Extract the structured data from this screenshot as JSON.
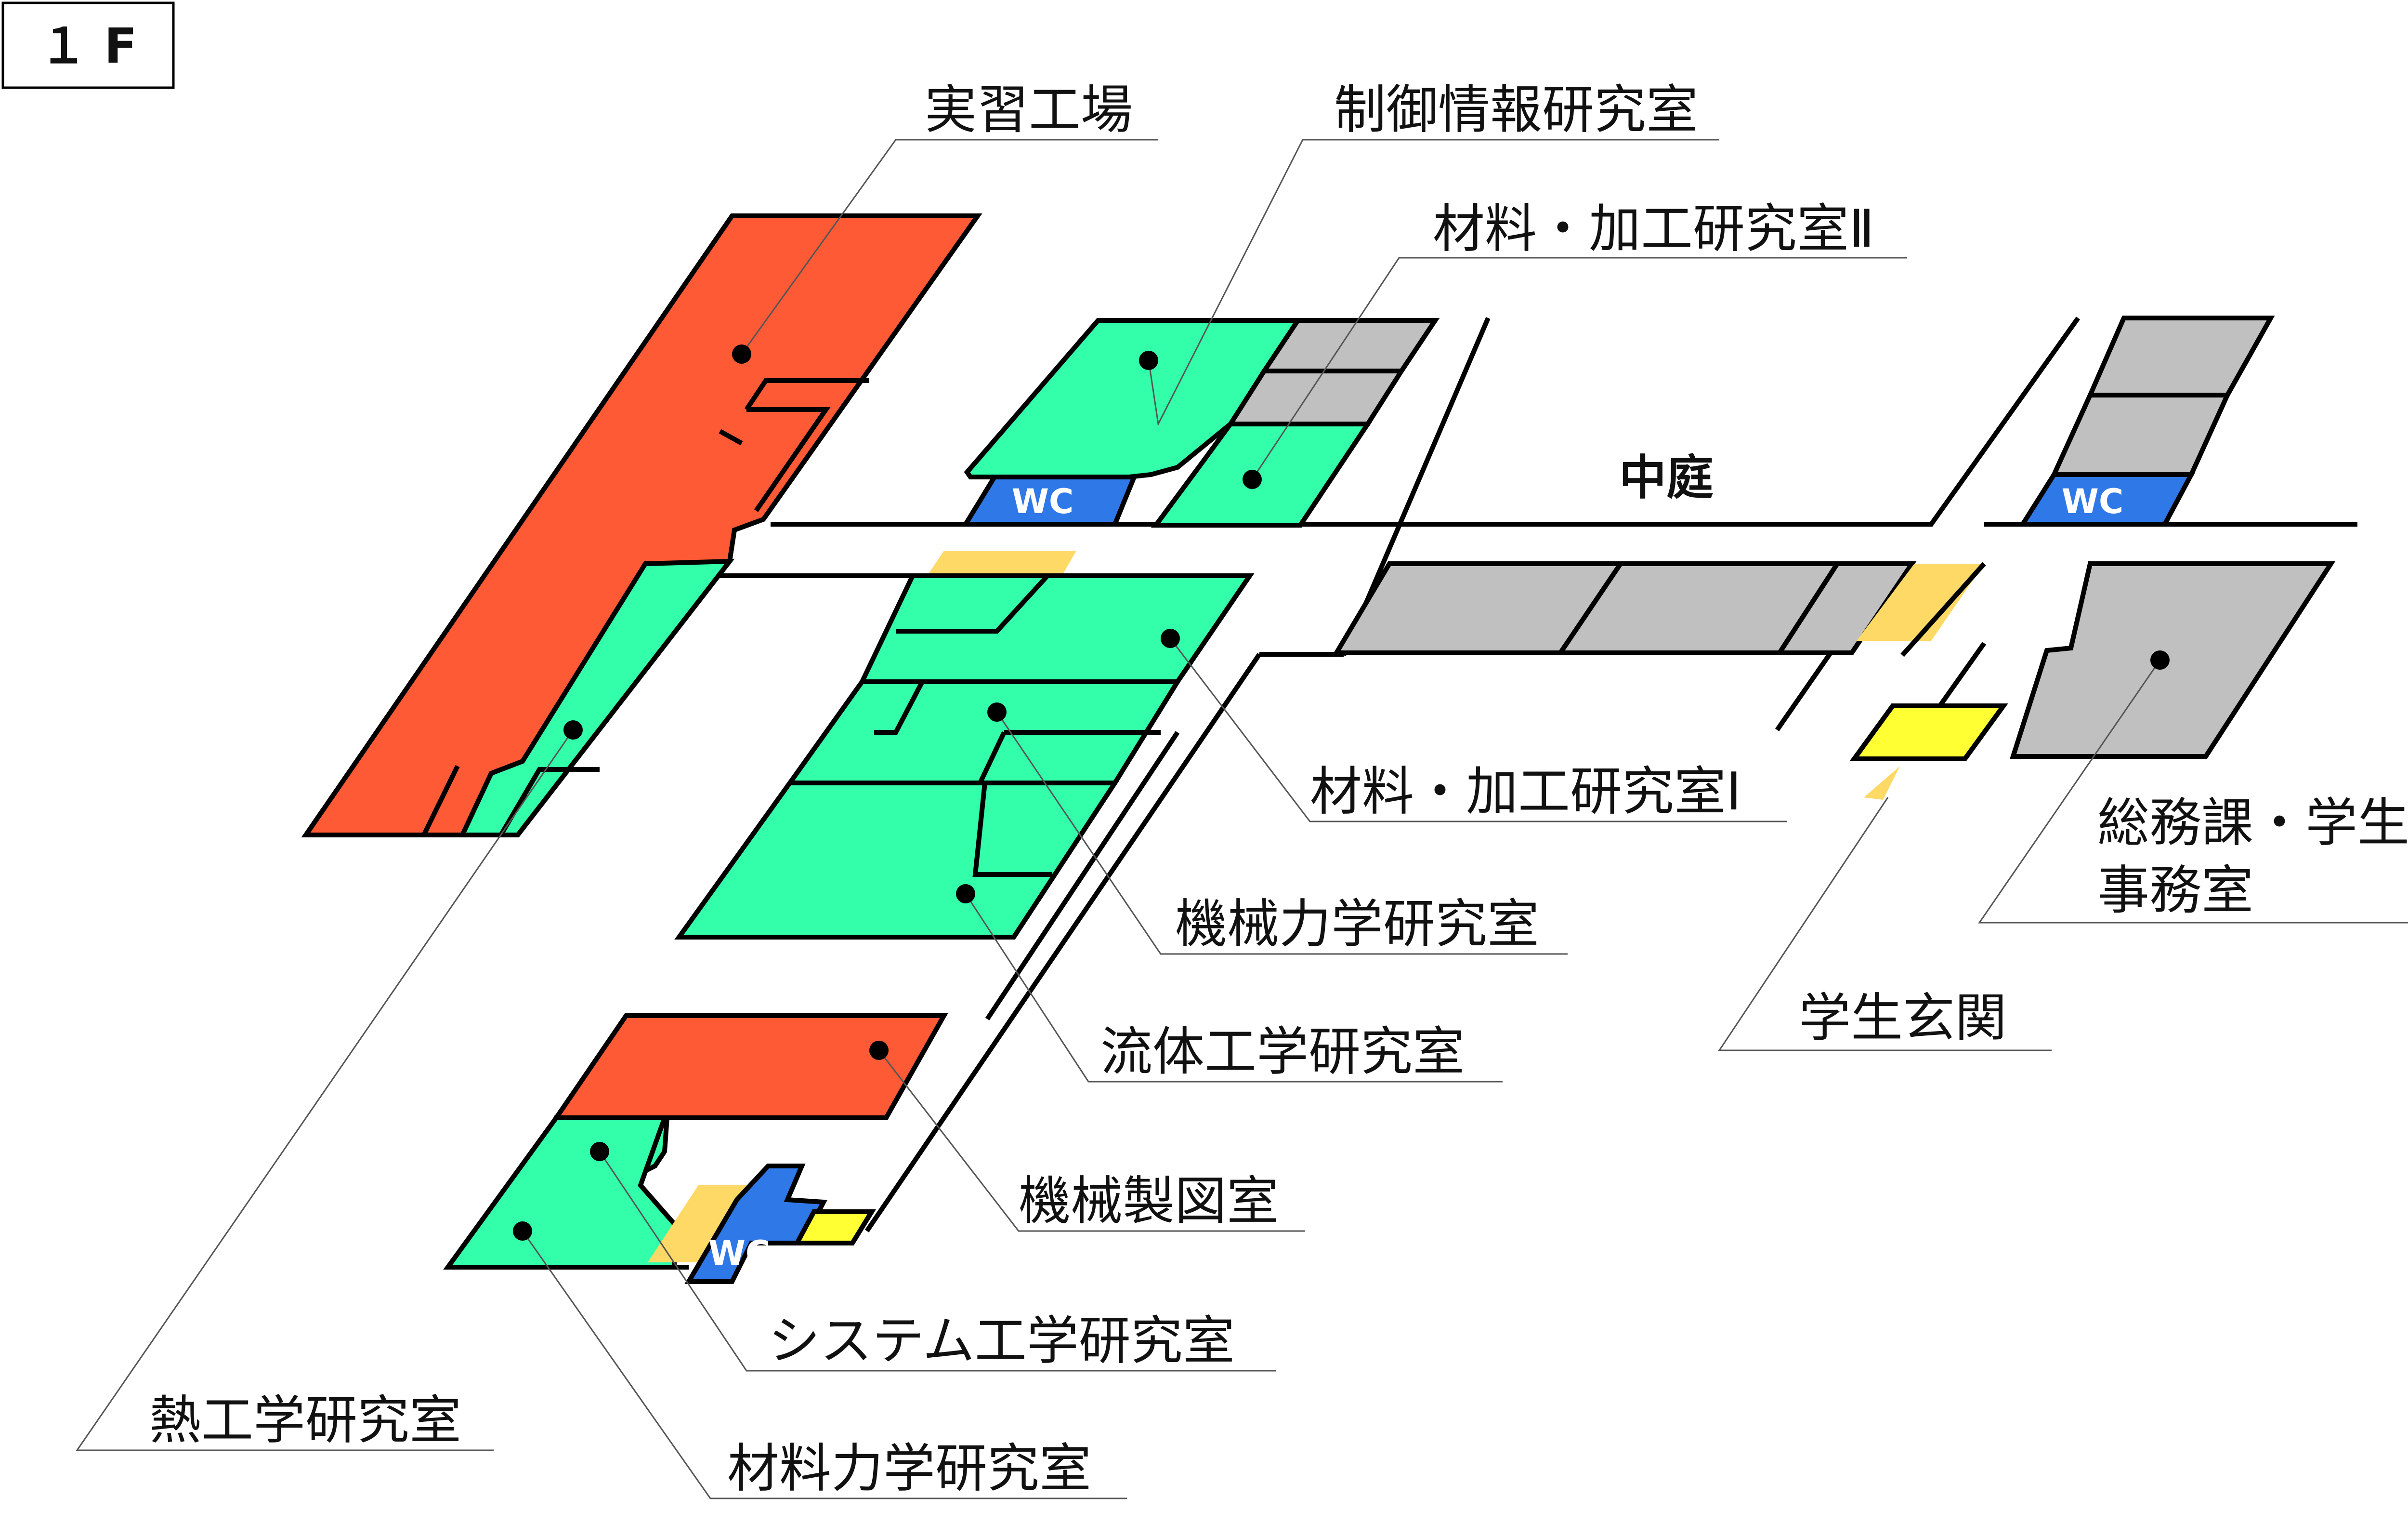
{
  "floor_label": "１ F",
  "courtyard_label": "中庭",
  "wc_label": "WC",
  "colors": {
    "lab_red": "#ff5a36",
    "lab_green": "#33ffaa",
    "other": "#c0c0c0",
    "wc": "#2f78e8",
    "entrance": "#ffff33",
    "stairs": "#ffd966"
  },
  "rooms": {
    "jisshu_kojo": "実習工場",
    "seigyo_joho": "制御情報研究室",
    "zairyo_kako_2": "材料・加工研究室Ⅱ",
    "zairyo_kako_1": "材料・加工研究室Ⅰ",
    "kikai_rikigaku": "機械力学研究室",
    "ryutai_kogaku": "流体工学研究室",
    "kikai_seizu": "機械製図室",
    "system_kogaku": "システム工学研究室",
    "netsu_kogaku": "熱工学研究室",
    "zairyo_rikigaku": "材料力学研究室",
    "gakusei_genkan": "学生玄関",
    "somuka_line1": "総務課・学生課",
    "somuka_line2": "事務室"
  }
}
